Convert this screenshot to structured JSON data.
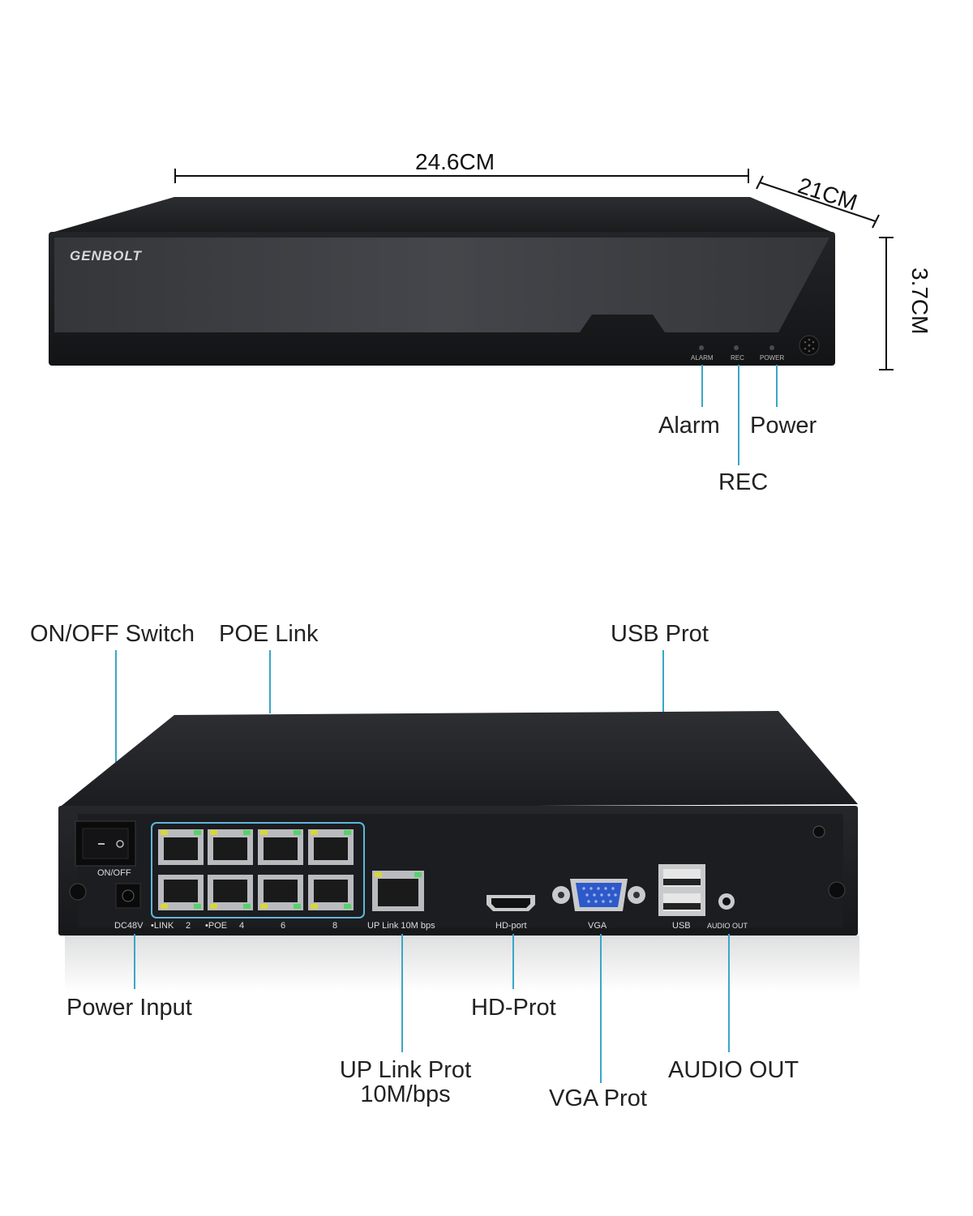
{
  "brand": "GENBOLT",
  "dimensions": {
    "width": "24.6CM",
    "depth": "21CM",
    "height": "3.7CM"
  },
  "front_panel": {
    "indicators": [
      {
        "id": "alarm",
        "panel_label": "ALARM",
        "callout": "Alarm"
      },
      {
        "id": "rec",
        "panel_label": "REC",
        "callout": "REC"
      },
      {
        "id": "power",
        "panel_label": "POWER",
        "callout": "Power"
      }
    ]
  },
  "rear_panel": {
    "panel_labels": {
      "on_off": "ON/OFF",
      "dc": "DC48V",
      "link": "•LINK",
      "poe": "•POE",
      "n2": "2",
      "n4": "4",
      "n6": "6",
      "n8": "8",
      "uplink": "UP Link 10M bps",
      "hd": "HD-port",
      "vga": "VGA",
      "usb": "USB",
      "audio": "AUDIO OUT"
    },
    "callouts": {
      "on_off_switch": "ON/OFF Switch",
      "poe_link": "POE Link",
      "usb_prot": "USB Prot",
      "power_input": "Power Input",
      "up_link_line1": "UP Link Prot",
      "up_link_line2": "10M/bps",
      "hd_prot": "HD-Prot",
      "vga_prot": "VGA Prot",
      "audio_out": "AUDIO OUT"
    }
  },
  "colors": {
    "device_body": "#1c1d1f",
    "brushed_panel": "#3a3c40",
    "leader_line": "#3aa6c9",
    "port_highlight": "#5fb6d9"
  }
}
